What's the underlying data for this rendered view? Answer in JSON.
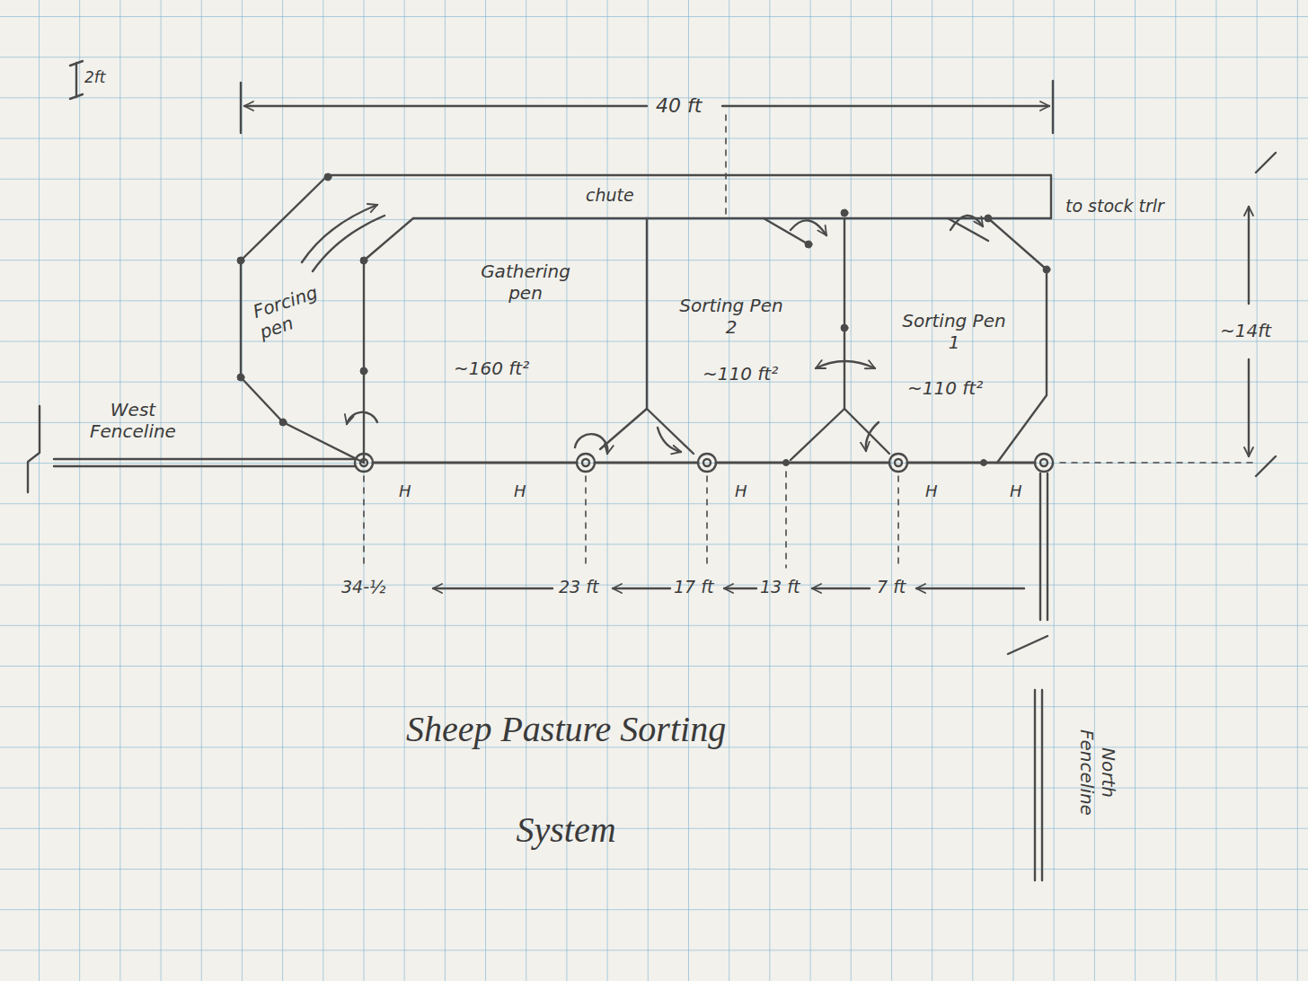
{
  "diagram": {
    "title": "Sheep Pasture Sorting System",
    "nodes": [
      {
        "text": [
          "chute"
        ]
      },
      {
        "text": [
          "Forcing pen"
        ]
      },
      {
        "text": [
          "Gathering pen",
          "~160 ft²"
        ]
      },
      {
        "text": [
          "Sorting Pen 2",
          "~110 ft²"
        ]
      },
      {
        "text": [
          "Sorting Pen 1",
          "~110 ft²"
        ]
      }
    ],
    "labels": [
      "2ft",
      "40 ft",
      "to stock trlr",
      "~14ft",
      "West Fenceline",
      "North Fenceline",
      "H",
      "H",
      "H",
      "H",
      "H",
      "34-½",
      "23 ft",
      "17 ft",
      "13 ft",
      "7 ft"
    ]
  }
}
